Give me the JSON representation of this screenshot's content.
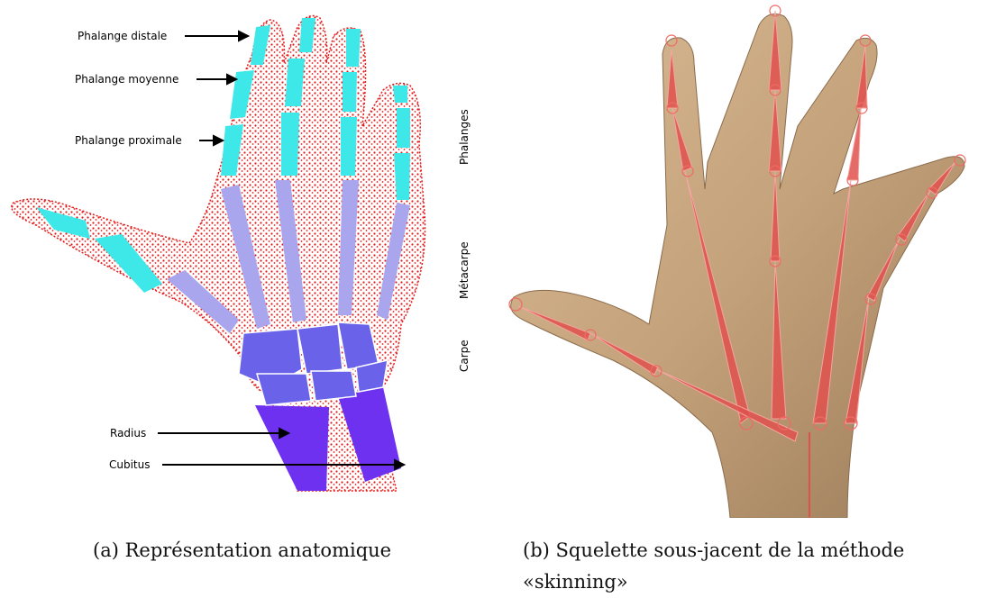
{
  "panel_a": {
    "labels": {
      "distal": "Phalange distale",
      "middle": "Phalange moyenne",
      "proximal": "Phalange proximale",
      "radius": "Radius",
      "cubitus": "Cubitus"
    },
    "region_labels": {
      "phalanges": "Phalanges",
      "metacarpe": "Métacarpe",
      "carpe": "Carpe"
    },
    "caption": "(a) Représentation anatomique",
    "colors": {
      "outline": "#e31a1a",
      "phalanx": "#3fe8e8",
      "metacarpal": "#a9a6ee",
      "carpal": "#6a63ea",
      "forearm": "#6e31f0"
    }
  },
  "panel_b": {
    "caption": "(b) Squelette sous-jacent de la méthode «skinning»",
    "colors": {
      "skin": "#c9a883",
      "bone": "#e0514d"
    }
  }
}
